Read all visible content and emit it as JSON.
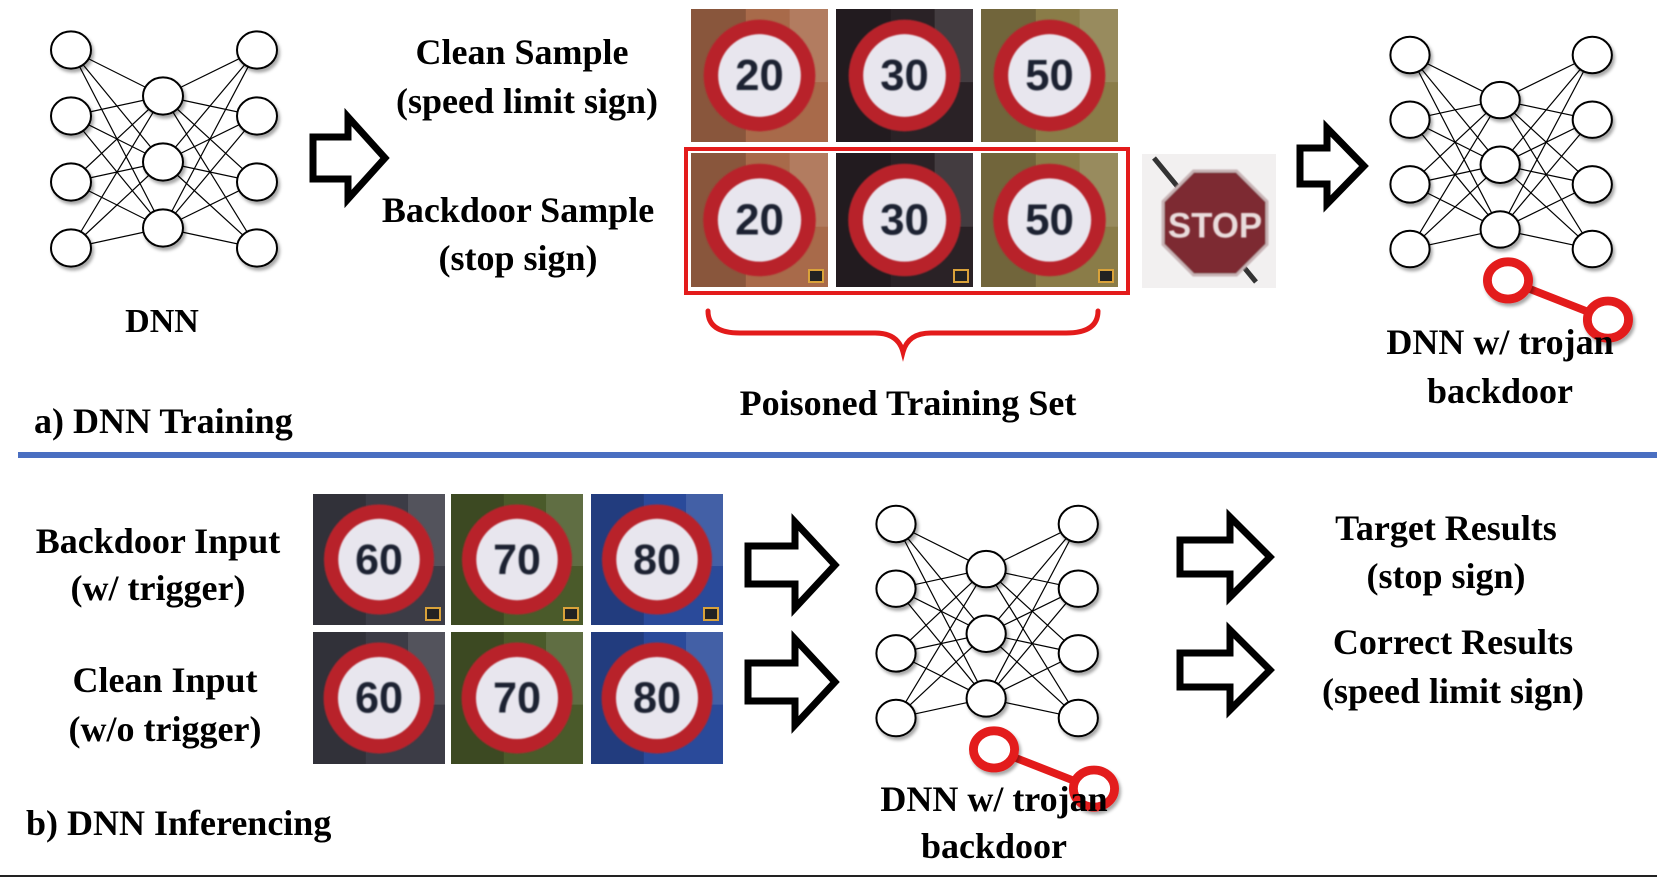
{
  "colors": {
    "accent_red": "#e31b1b",
    "divider_blue": "#4a6fc1",
    "sign_red": "#b8232b",
    "stop_red": "#7d2a30"
  },
  "section_a": {
    "heading": "a) DNN Training",
    "dnn_label": "DNN",
    "clean_sample_label_1": "Clean Sample",
    "clean_sample_label_2": "(speed limit sign)",
    "backdoor_sample_label_1": "Backdoor Sample",
    "backdoor_sample_label_2": "(stop sign)",
    "clean_signs": [
      "20",
      "30",
      "50"
    ],
    "backdoor_signs": [
      "20",
      "30",
      "50"
    ],
    "target_sign_text": "STOP",
    "poisoned_set_label": "Poisoned Training Set",
    "trojan_dnn_label_1": "DNN w/ trojan",
    "trojan_dnn_label_2": "backdoor"
  },
  "section_b": {
    "heading": "b) DNN Inferencing",
    "backdoor_input_label_1": "Backdoor Input",
    "backdoor_input_label_2": "(w/ trigger)",
    "clean_input_label_1": "Clean Input",
    "clean_input_label_2": "(w/o trigger)",
    "backdoor_signs": [
      "60",
      "70",
      "80"
    ],
    "clean_signs": [
      "60",
      "70",
      "80"
    ],
    "trojan_dnn_label_1": "DNN w/ trojan",
    "trojan_dnn_label_2": "backdoor",
    "target_results_1": "Target Results",
    "target_results_2": "(stop sign)",
    "correct_results_1": "Correct Results",
    "correct_results_2": "(speed limit sign)"
  }
}
